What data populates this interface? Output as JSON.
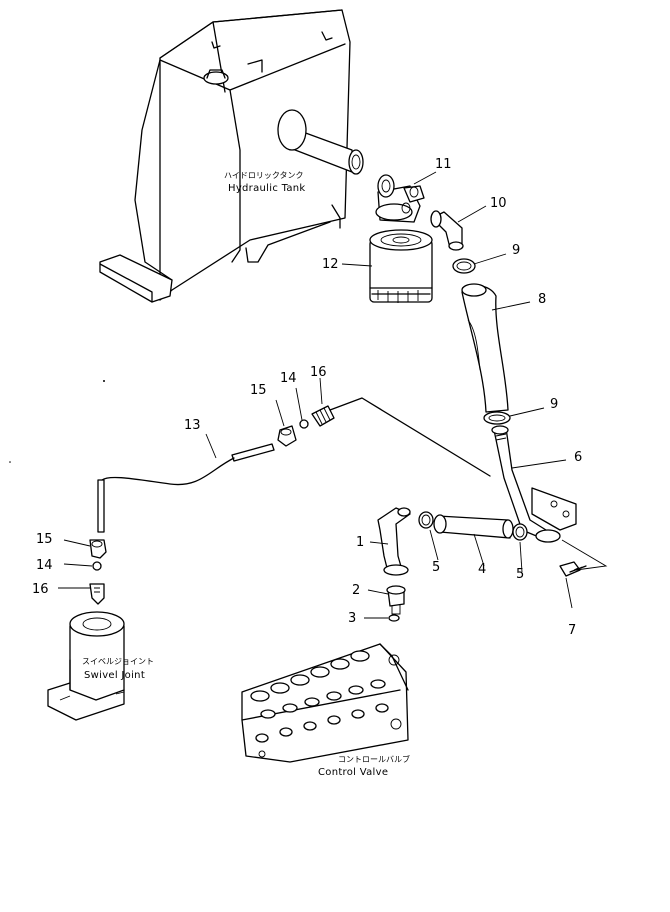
{
  "labels": {
    "hydraulic_tank_jp": "ハイドロリックタンク",
    "hydraulic_tank_en": "Hydraulic Tank",
    "swivel_joint_jp": "スイベルジョイント",
    "swivel_joint_en": "Swivel Joint",
    "control_valve_jp": "コントロールバルブ",
    "control_valve_en": "Control Valve"
  },
  "callouts": {
    "c1": "1",
    "c2": "2",
    "c3": "3",
    "c4": "4",
    "c5a": "5",
    "c5b": "5",
    "c6": "6",
    "c7": "7",
    "c8": "8",
    "c9a": "9",
    "c9b": "9",
    "c10": "10",
    "c11": "11",
    "c12": "12",
    "c13": "13",
    "c14a": "14",
    "c15a": "15",
    "c16a": "16",
    "c14b": "14",
    "c15b": "15",
    "c16b": "16"
  }
}
